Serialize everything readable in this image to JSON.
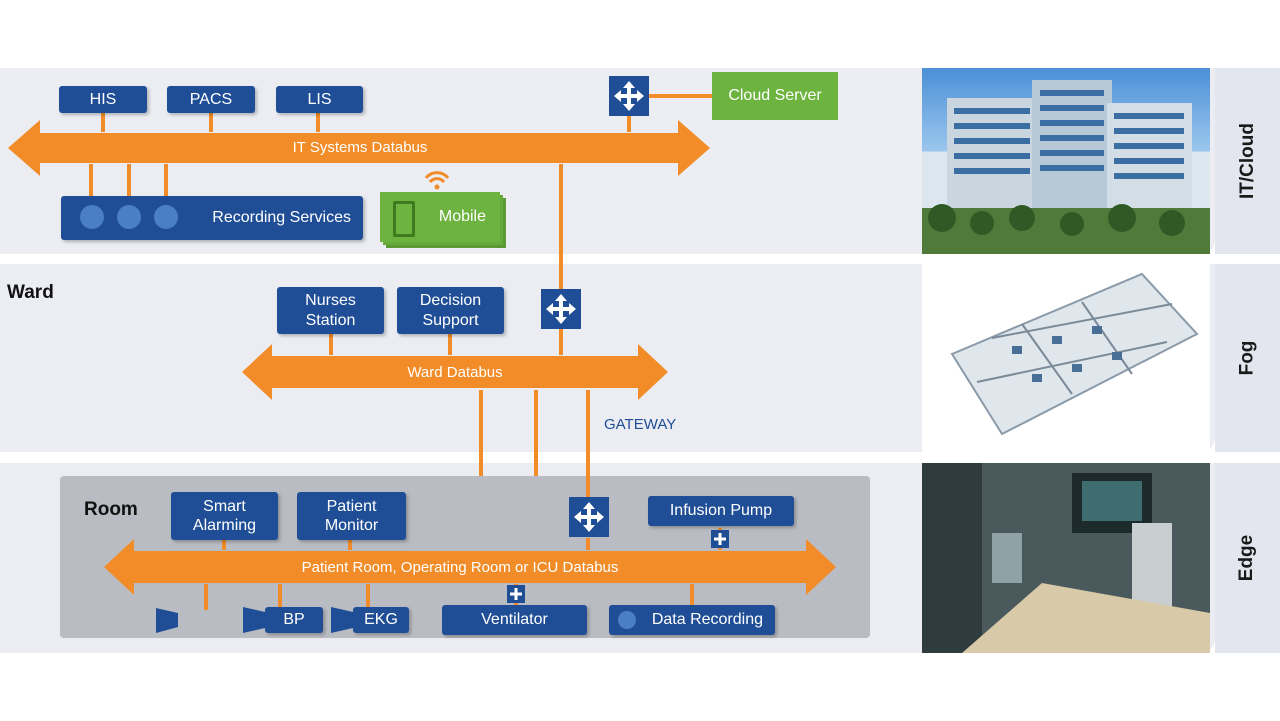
{
  "tiers": {
    "cloud": "IT/Cloud",
    "fog": "Fog",
    "edge": "Edge"
  },
  "cloud": {
    "boxes": {
      "his": "HIS",
      "pacs": "PACS",
      "lis": "LIS"
    },
    "cloud_server": "Cloud Server",
    "bus": "IT Systems Databus",
    "recording": "Recording Services",
    "mobile": "Mobile"
  },
  "ward": {
    "title": "Ward",
    "nurses": "Nurses Station",
    "decision": "Decision Support",
    "bus": "Ward Databus",
    "gateway": "GATEWAY"
  },
  "room": {
    "title": "Room",
    "smart": "Smart Alarming",
    "monitor": "Patient Monitor",
    "infusion": "Infusion Pump",
    "bus": "Patient Room, Operating Room or ICU Databus",
    "bp": "BP",
    "ekg": "EKG",
    "ventilator": "Ventilator",
    "data_recording": "Data Recording"
  },
  "colors": {
    "blue": "#1f4e96",
    "orange": "#f28c28",
    "green": "#6db33f",
    "band": "#ebedf3"
  },
  "photos": [
    "hospital-building-photo",
    "ward-floorplan-render",
    "icu-room-photo"
  ]
}
